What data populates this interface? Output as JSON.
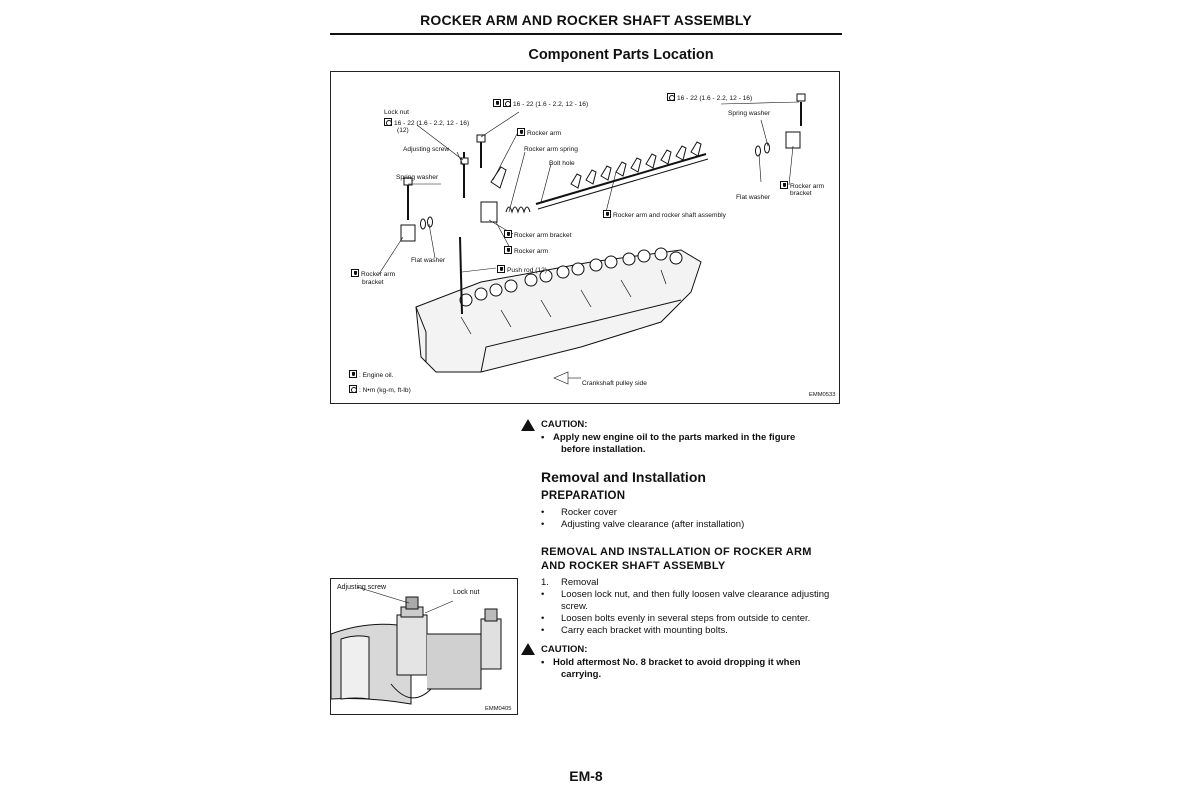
{
  "header": {
    "title": "ROCKER ARM AND ROCKER SHAFT ASSEMBLY"
  },
  "section": {
    "title": "Component Parts Location"
  },
  "figure1": {
    "labels": {
      "lock_nut": "Lock nut",
      "lock_nut_torque": "16 - 22 (1.6 - 2.2, 12 - 16)",
      "lock_nut_torque_sub": "(12)",
      "adjusting_screw": "Adjusting screw",
      "spring_washer_left": "Spring washer",
      "top_torque": "16 - 22 (1.6 - 2.2, 12 - 16)",
      "rocker_arm_top": "Rocker arm",
      "rocker_arm_spring": "Rocker arm spring",
      "bolt_hole": "Bolt hole",
      "right_torque": "16 - 22 (1.6 - 2.2, 12 - 16)",
      "spring_washer_right": "Spring washer",
      "rocker_arm_bracket_right": "Rocker arm",
      "rocker_arm_bracket_right_2": "bracket",
      "flat_washer_right": "Flat washer",
      "rocker_arm_shaft_assembly": "Rocker arm and rocker shaft assembly",
      "rocker_arm_bracket_mid": "Rocker arm bracket",
      "rocker_arm_mid": "Rocker arm",
      "flat_washer_left": "Flat washer",
      "push_rod": "Push rod (12)",
      "rocker_arm_bracket_left": "Rocker arm",
      "rocker_arm_bracket_left_2": "bracket",
      "legend_oil": ": Engine oil.",
      "legend_torque": ": N•m (kg-m, ft-lb)",
      "crankshaft_side": "Crankshaft pulley side",
      "figure_code": "EMM0533"
    }
  },
  "caution1": {
    "label": "CAUTION:",
    "items": [
      "Apply new engine oil to the parts marked in the figure",
      "before installation."
    ]
  },
  "removal": {
    "title": "Removal and Installation",
    "prep_title": "PREPARATION",
    "prep_items": [
      "Rocker cover",
      "Adjusting valve clearance (after installation)"
    ],
    "sub_title_1": "REMOVAL AND INSTALLATION OF ROCKER ARM",
    "sub_title_2": "AND ROCKER SHAFT ASSEMBLY",
    "step_1": "1.",
    "step_1_text": "Removal",
    "bullets": [
      "Loosen lock nut, and then fully loosen valve clearance adjusting",
      "screw.",
      "Loosen bolts evenly in several steps from outside to center.",
      "Carry each bracket with mounting bolts."
    ]
  },
  "caution2": {
    "label": "CAUTION:",
    "items": [
      "Hold aftermost No. 8 bracket to avoid dropping it when",
      "carrying."
    ]
  },
  "figure2": {
    "adjusting_screw": "Adjusting screw",
    "lock_nut": "Lock nut",
    "figure_code": "EMM0405"
  },
  "footer": {
    "page_number": "EM-8"
  }
}
